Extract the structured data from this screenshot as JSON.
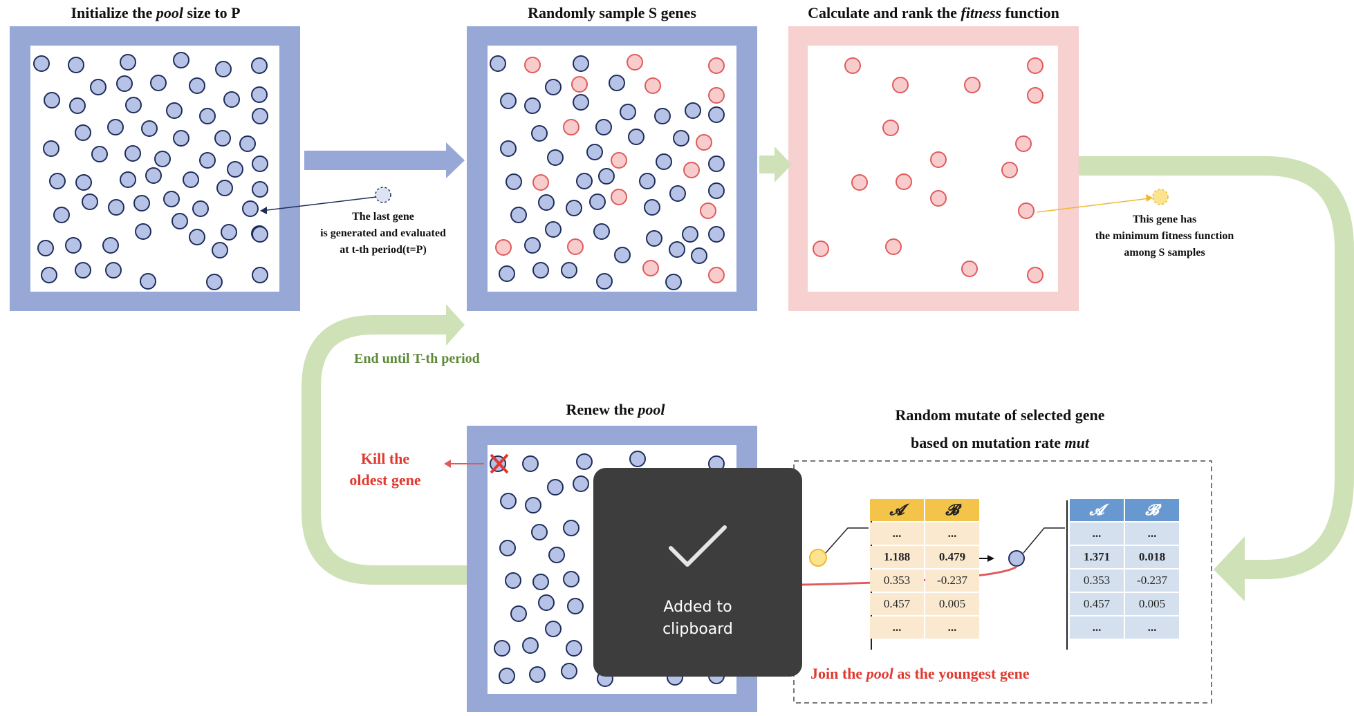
{
  "titles": {
    "step1_pre": "Initialize the ",
    "step1_em": "pool",
    "step1_post": " size to P",
    "step2": "Randomly sample S genes",
    "step3_pre": "Calculate and rank the ",
    "step3_em": "fitness",
    "step3_post": " function",
    "step4_line1": "Random mutate of selected gene",
    "step4_line2_pre": "based on mutation rate ",
    "step4_line2_em": "mut",
    "step5_pre": "Renew the ",
    "step5_em": "pool"
  },
  "annotations": {
    "last_gene_1": "The last gene",
    "last_gene_2": "is generated and evaluated",
    "last_gene_3": "at t-th period(t=P)",
    "min_fit_1": "This gene has",
    "min_fit_2": "the minimum fitness function",
    "min_fit_3": "among S samples",
    "end_until": "End until T-th period",
    "kill_1": "Kill the",
    "kill_2": "oldest gene",
    "join_pre": "Join the ",
    "join_em": "pool",
    "join_post": " as the youngest gene"
  },
  "table_before": {
    "headers": [
      "𝓐",
      "𝓑"
    ],
    "rows": [
      [
        "...",
        "..."
      ],
      [
        "1.188",
        "0.479"
      ],
      [
        "0.353",
        "-0.237"
      ],
      [
        "0.457",
        "0.005"
      ],
      [
        "...",
        "..."
      ]
    ]
  },
  "table_after": {
    "headers": [
      "𝓐",
      "𝓑"
    ],
    "rows": [
      [
        "...",
        "..."
      ],
      [
        "1.371",
        "0.018"
      ],
      [
        "0.353",
        "-0.237"
      ],
      [
        "0.457",
        "0.005"
      ],
      [
        "...",
        "..."
      ]
    ]
  },
  "toast": {
    "message": "Added to\nclipboard"
  },
  "colors": {
    "blue_frame": "#97a8d7",
    "pink_frame": "#f7d0d0",
    "green_arrow": "#cfe1b7",
    "blue_gene_fill": "#b7c2e7",
    "blue_gene_stroke": "#1d2d5a",
    "red_gene_fill": "#f8cccc",
    "red_gene_stroke": "#e05a5a",
    "yellow_gene_fill": "#fbe38f",
    "yellow_gene_stroke": "#f0b830",
    "accent_red": "#e03a30"
  }
}
